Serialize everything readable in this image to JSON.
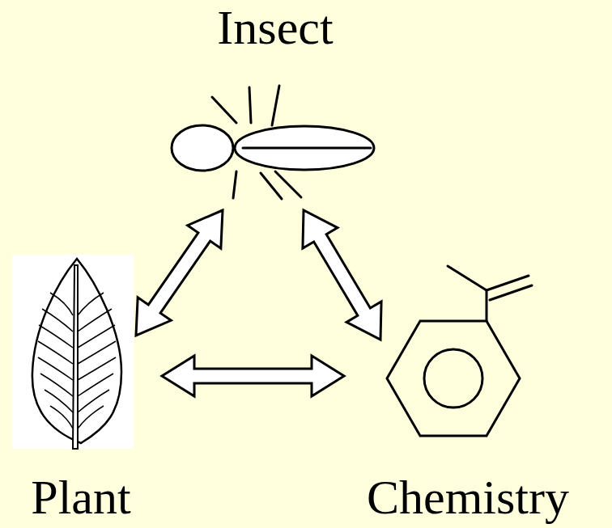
{
  "diagram": {
    "nodes": [
      {
        "text": [
          "Insect"
        ]
      },
      {
        "text": [
          "Plant"
        ]
      },
      {
        "text": [
          "Chemistry"
        ]
      }
    ],
    "edges": [
      {
        "from": 0,
        "to": 1,
        "arrow": "both"
      },
      {
        "from": 0,
        "to": 2,
        "arrow": "both"
      },
      {
        "from": 1,
        "to": 2,
        "arrow": "both"
      }
    ]
  }
}
